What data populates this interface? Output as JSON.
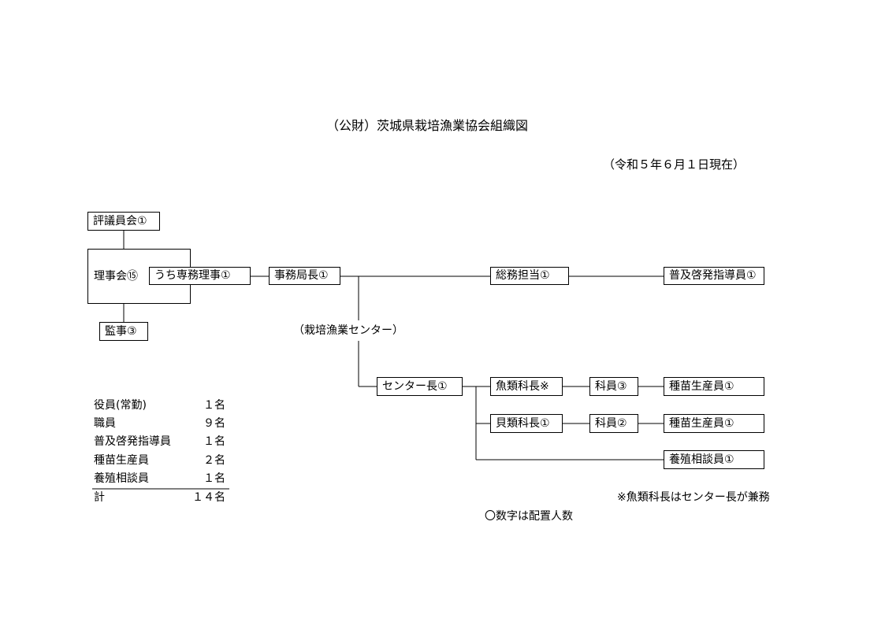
{
  "title": "（公財）茨城県栽培漁業協会組織図",
  "date": "（令和５年６月１日現在）",
  "nodes": {
    "council": "評議員会①",
    "board": "理事会⑮",
    "managing_director": "うち専務理事①",
    "auditor": "監事③",
    "secretary_general": "事務局長①",
    "general_affairs": "総務担当①",
    "extension_officer": "普及啓発指導員①",
    "center_group": "（栽培漁業センター）",
    "center_head": "センター長①",
    "fish_chief": "魚類科長※",
    "fish_staff": "科員③",
    "fish_seed": "種苗生産員①",
    "shell_chief": "貝類科長①",
    "shell_staff": "科員②",
    "shell_seed": "種苗生産員①",
    "aquaculture_advisor": "養殖相談員①"
  },
  "summary": {
    "rows": [
      {
        "label": "役員(常勤)",
        "value": "１名"
      },
      {
        "label": "職員",
        "value": "９名"
      },
      {
        "label": "普及啓発指導員",
        "value": "１名"
      },
      {
        "label": "種苗生産員",
        "value": "２名"
      },
      {
        "label": "養殖相談員",
        "value": "１名"
      }
    ],
    "total_label": "計",
    "total_value": "１４名"
  },
  "notes": {
    "concurrent": "※魚類科長はセンター長が兼務",
    "numbers": "〇数字は配置人数"
  }
}
